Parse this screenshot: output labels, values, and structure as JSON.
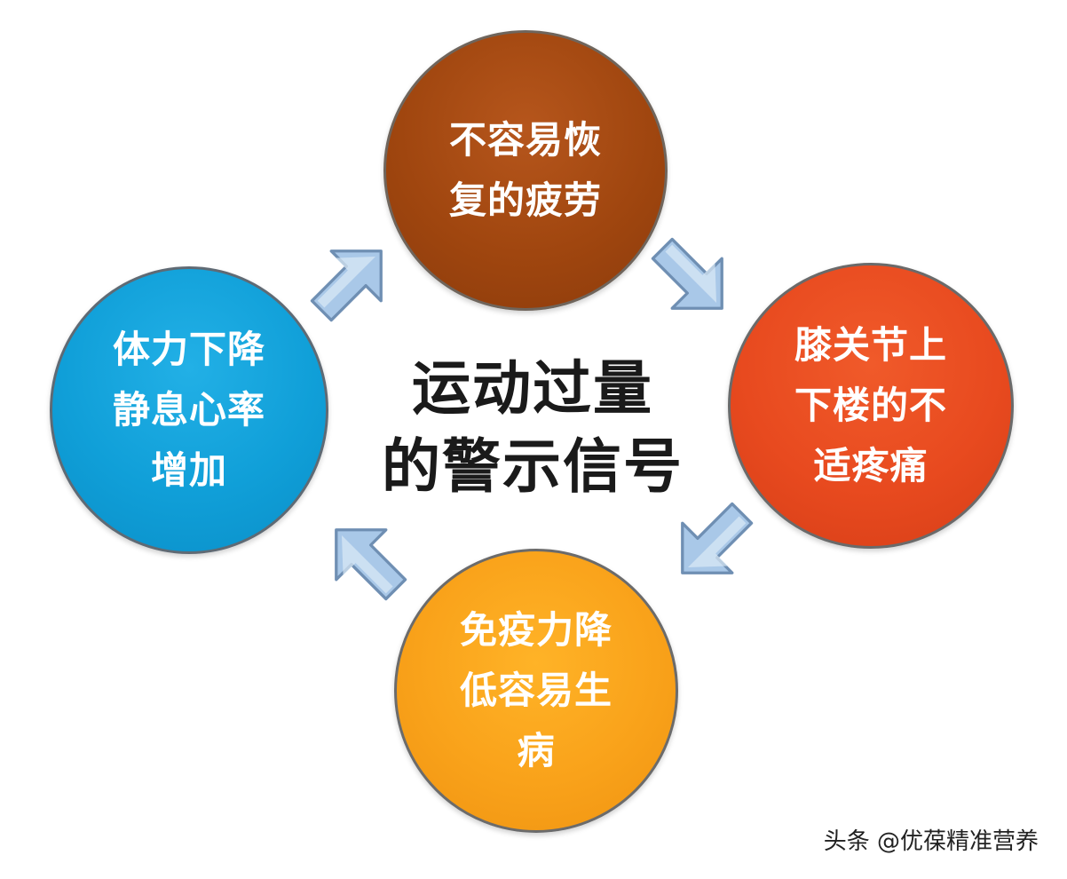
{
  "diagram": {
    "center_title": {
      "line1": "运动过量",
      "line2": "的警示信号"
    },
    "nodes": {
      "top": {
        "lines": [
          "不容易恢",
          "复的疲劳"
        ],
        "color": "#a0460f"
      },
      "right": {
        "lines": [
          "膝关节上",
          "下楼的不",
          "适疼痛"
        ],
        "color": "#e84a1f"
      },
      "bottom": {
        "lines": [
          "免疫力降",
          "低容易生",
          "病"
        ],
        "color": "#f9a21a"
      },
      "left": {
        "lines": [
          "体力下降",
          "静息心率",
          "增加"
        ],
        "color": "#109fd8"
      }
    },
    "arrow_color": "#a9c8e8",
    "arrow_icon": "cycle-arrow-icon"
  },
  "watermark": "头条 @优葆精准营养"
}
